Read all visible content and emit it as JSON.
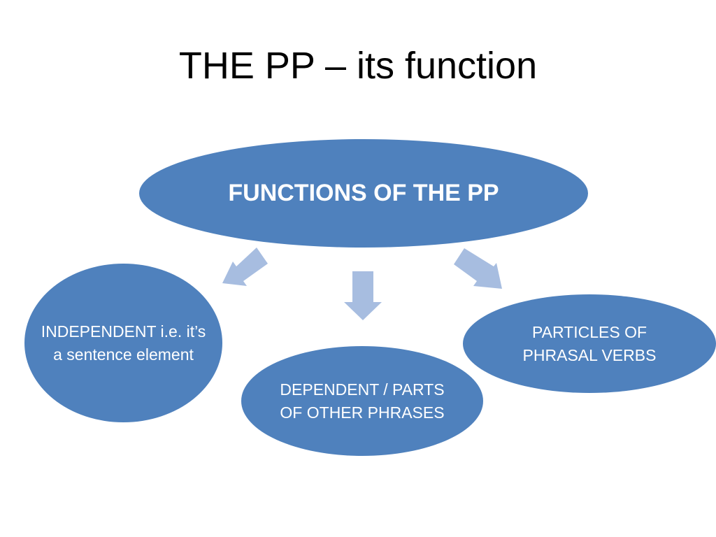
{
  "title": "THE PP – its function",
  "colors": {
    "ellipse_fill": "#4f81bd",
    "arrow_fill": "#a7bde0",
    "text_on_shape": "#ffffff"
  },
  "diagram": {
    "central": "FUNCTIONS OF THE PP",
    "branches": [
      "INDEPENDENT i.e. it’s a sentence element",
      "DEPENDENT / PARTS OF OTHER PHRASES",
      "PARTICLES OF PHRASAL VERBS"
    ]
  }
}
